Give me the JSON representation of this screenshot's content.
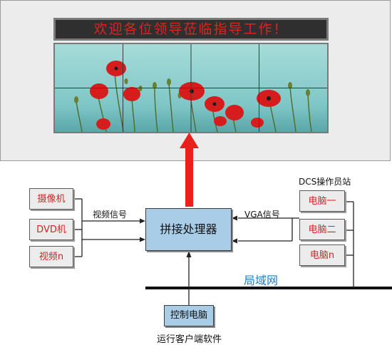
{
  "video_wall": {
    "banner_text": "欢迎各位领导莅临指导工作！",
    "colors": {
      "banner_text": "#e0231f",
      "banner_bg": "#2f2f2f",
      "sky": "#7fc6c7",
      "poppy": "#d61d1d"
    }
  },
  "sources": [
    {
      "label": "摄像机"
    },
    {
      "label": "DVD机"
    },
    {
      "label": "视频n"
    }
  ],
  "video_signal_label": "视频信号",
  "processor": {
    "label": "拼接处理器"
  },
  "vga_signal_label": "VGA信号",
  "dcs_title": "DCS操作员站",
  "dcs_computers": [
    {
      "label": "电脑一"
    },
    {
      "label": "电脑二"
    },
    {
      "label": "电脑n"
    }
  ],
  "lan_label": "局域网",
  "control_pc": {
    "label": "控制电脑",
    "caption": "运行客户端软件"
  },
  "colors": {
    "node_text": "#d42323",
    "processor_fill": "#a9cde6",
    "arrow_red": "#e8211d",
    "lan_text": "#1a7fc4"
  }
}
